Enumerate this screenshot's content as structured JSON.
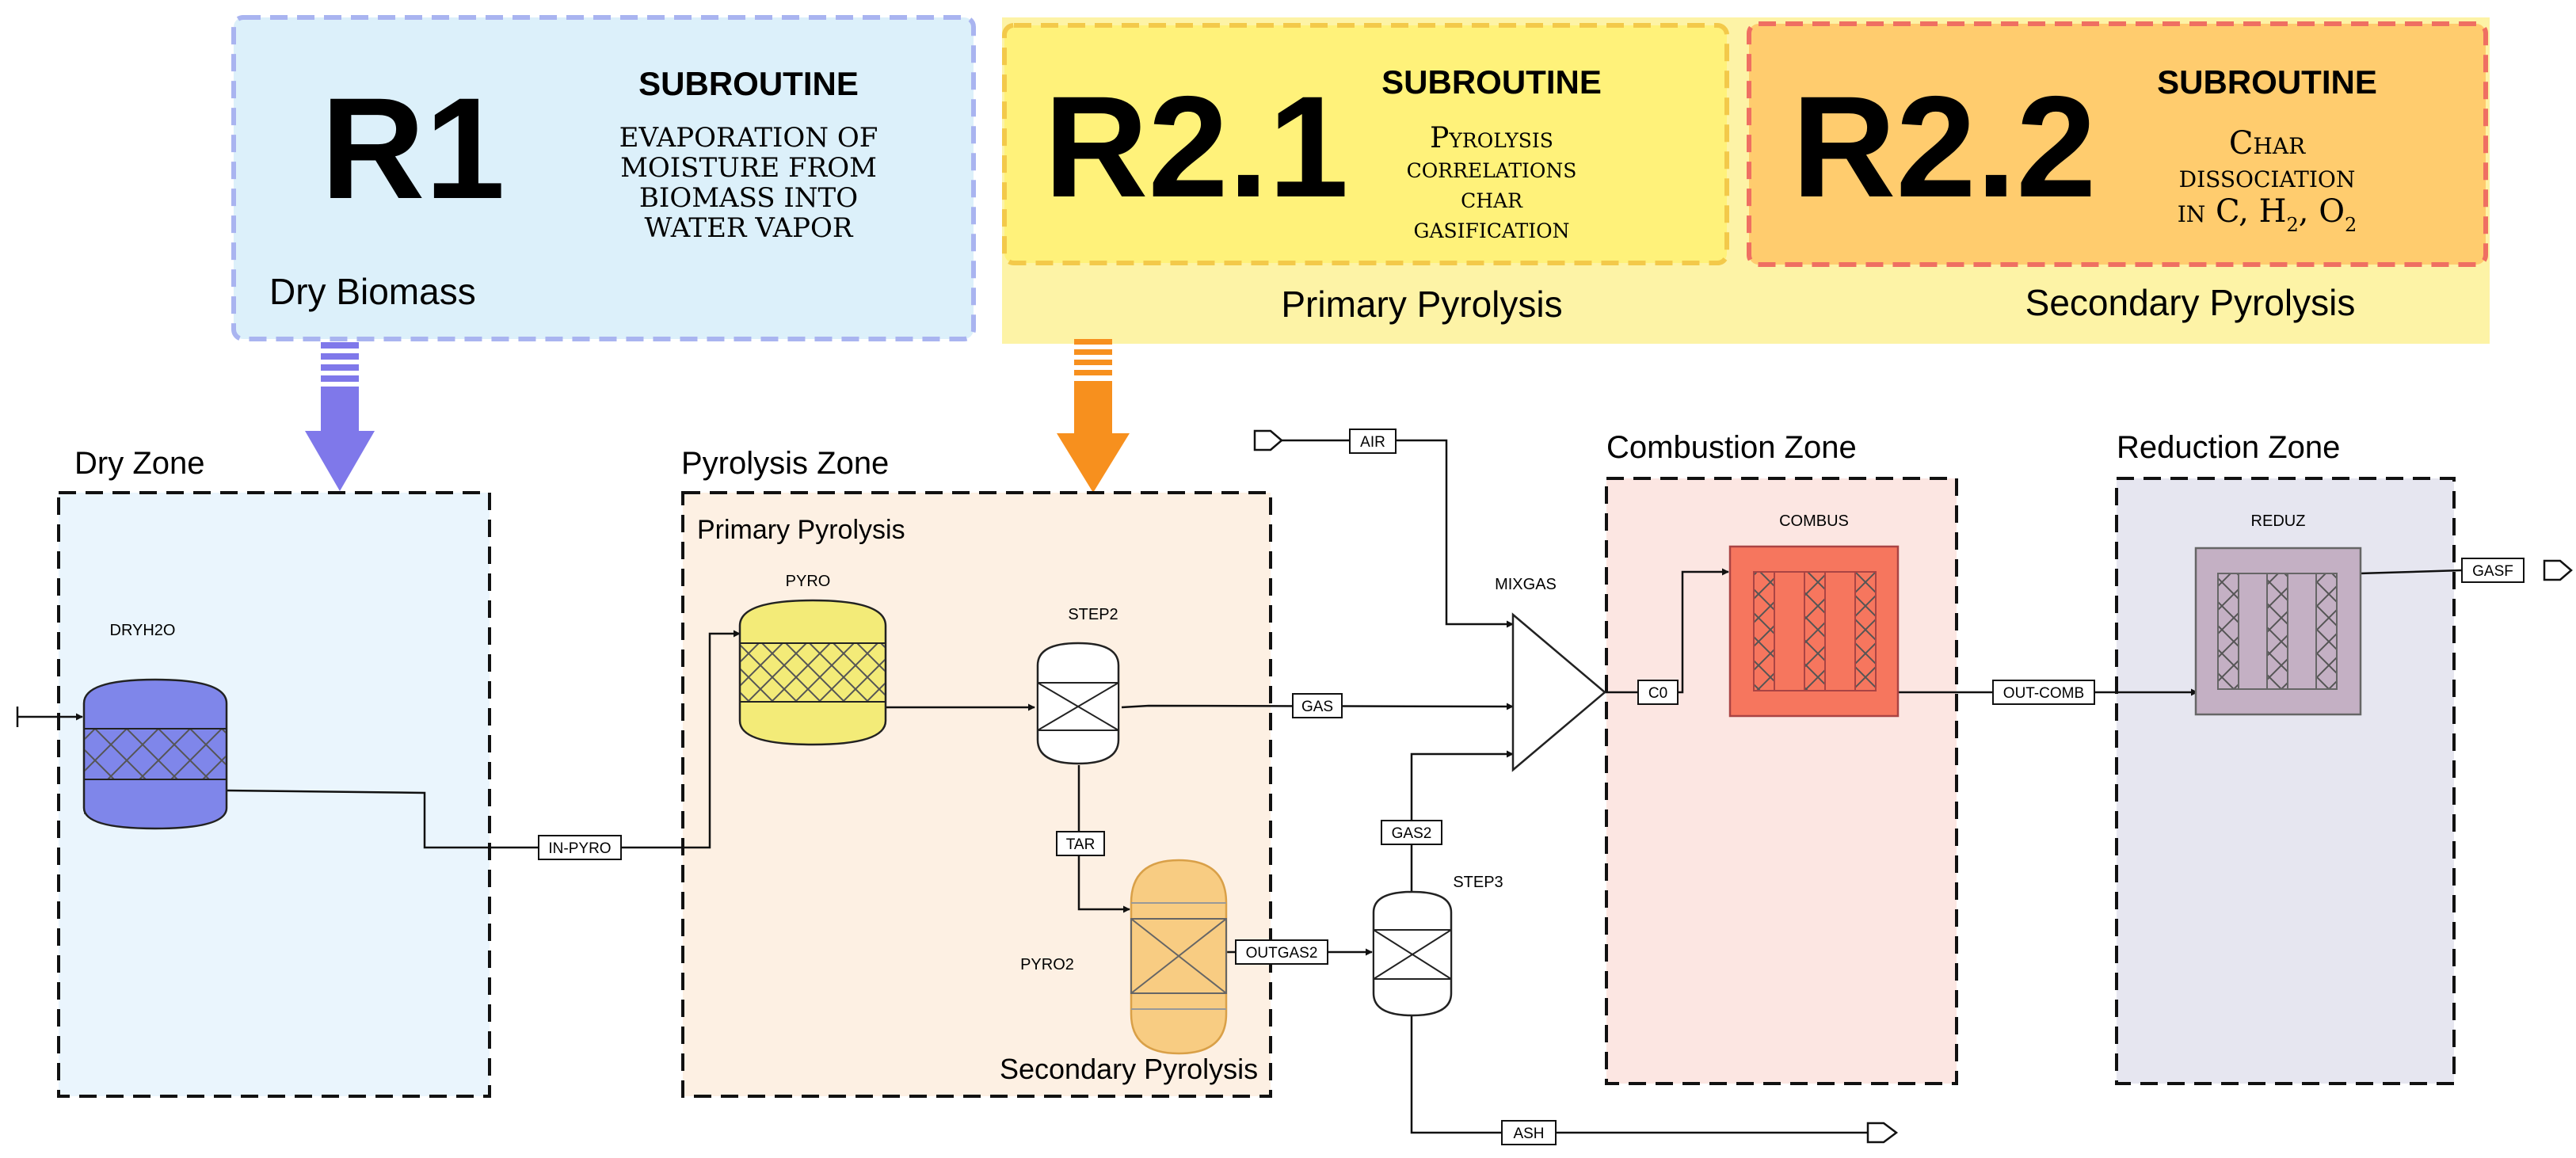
{
  "subroutines": {
    "r1": {
      "id": "R1",
      "heading": "SUBROUTINE",
      "desc": [
        "EVAPORATION OF",
        "MOISTURE FROM",
        "BIOMASS INTO",
        "WATER VAPOR"
      ],
      "label": "Dry Biomass"
    },
    "r21": {
      "id": "R2.1",
      "heading": "SUBROUTINE",
      "desc": [
        "Pyrolysis",
        "correlations",
        "char",
        "gasification"
      ]
    },
    "r22": {
      "id": "R2.2",
      "heading": "SUBROUTINE",
      "desc": [
        "Char",
        "dissociation"
      ],
      "formula": {
        "prefix": "in C, H",
        "sub1": "2",
        "mid": ", O",
        "sub2": "2"
      }
    },
    "band_labels": {
      "primary": "Primary Pyrolysis",
      "secondary": "Secondary Pyrolysis"
    }
  },
  "zones": {
    "dry": "Dry Zone",
    "pyrolysis": "Pyrolysis Zone",
    "pyrolysis_primary": "Primary Pyrolysis",
    "pyrolysis_secondary": "Secondary Pyrolysis",
    "combustion": "Combustion Zone",
    "reduction": "Reduction Zone"
  },
  "blocks": {
    "dryh2o": "DRYH2O",
    "pyro": "PYRO",
    "step2": "STEP2",
    "pyro2": "PYRO2",
    "step3": "STEP3",
    "mixgas": "MIXGAS",
    "combus": "COMBUS",
    "reduz": "REDUZ"
  },
  "streams": {
    "in_pyro": "IN-PYRO",
    "gas": "GAS",
    "tar": "TAR",
    "outgas2": "OUTGAS2",
    "gas2": "GAS2",
    "air": "AIR",
    "co": "C0",
    "out_comb": "OUT-COMB",
    "gasf": "GASF",
    "ash": "ASH"
  },
  "colors": {
    "r1_fill": "#dcf0fa",
    "r1_border": "#a9b4f0",
    "band_fill": "#fdf3a6",
    "r21_fill": "#fff27a",
    "r21_border": "#f3c94a",
    "r22_fill": "#ffcc6e",
    "r22_border": "#ef6f62",
    "arrow_purple": "#7f78ea",
    "arrow_orange": "#f7901e",
    "dry_zone_fill": "#eaf5fd",
    "pyro_zone_fill": "#fdf0e3",
    "comb_zone_fill": "#fce6e2",
    "red_zone_fill": "#e6e6f0",
    "dryh2o_fill": "#7f86ea",
    "pyro_fill": "#f3eb78",
    "pyro2_fill": "#f8cc82",
    "combus_fill": "#f6765e",
    "reduz_fill": "#c4b0c4"
  }
}
